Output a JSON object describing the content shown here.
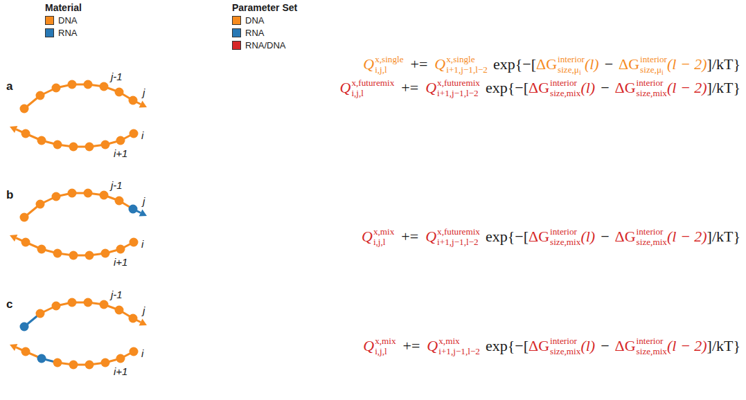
{
  "diagram": {
    "labels": [
      "Material",
      "Parameter Set",
      "a",
      "j-1",
      "j",
      "i+1",
      "i",
      "Q",
      "x,single",
      "i,j,l",
      "+=",
      "Q",
      "x,single",
      "i+1,j−1,l−2",
      "exp{−[",
      "ΔG",
      "interior",
      "size,μ",
      "i",
      "(l)",
      "−",
      "ΔG",
      "interior",
      "size,μ",
      "i",
      "(l − 2)",
      "]/kT}",
      "Q",
      "x,futuremix",
      "i,j,l",
      "+=",
      "Q",
      "x,futuremix",
      "i+1,j−1,l−2",
      "exp{−[",
      "ΔG",
      "interior",
      "size,mix",
      "(l)",
      "−",
      "ΔG",
      "interior",
      "size,mix",
      "(l − 2)",
      "]/kT}",
      "b",
      "j-1",
      "j",
      "i+1",
      "i",
      "Q",
      "x,mix",
      "i,j,l",
      "+=",
      "Q",
      "x,futuremix",
      "i+1,j−1,l−2",
      "exp{−[",
      "ΔG",
      "interior",
      "size,mix",
      "(l)",
      "−",
      "ΔG",
      "interior",
      "size,mix",
      "(l − 2)",
      "]/kT}",
      "c",
      "j-1",
      "j",
      "i+1",
      "i",
      "Q",
      "x,mix",
      "i,j,l",
      "+=",
      "Q",
      "x,mix",
      "i+1,j−1,l−2",
      "exp{−[",
      "ΔG",
      "interior",
      "size,mix",
      "(l)",
      "−",
      "ΔG",
      "interior",
      "size,mix",
      "(l − 2)",
      "]/kT}"
    ],
    "legend": [
      {
        "text": "DNA",
        "color": "#f68b1f"
      },
      {
        "text": "RNA",
        "color": "#2878b5"
      },
      {
        "text": "DNA",
        "color": "#f68b1f"
      },
      {
        "text": "RNA",
        "color": "#2878b5"
      },
      {
        "text": "RNA/DNA",
        "color": "#d62728"
      }
    ]
  }
}
